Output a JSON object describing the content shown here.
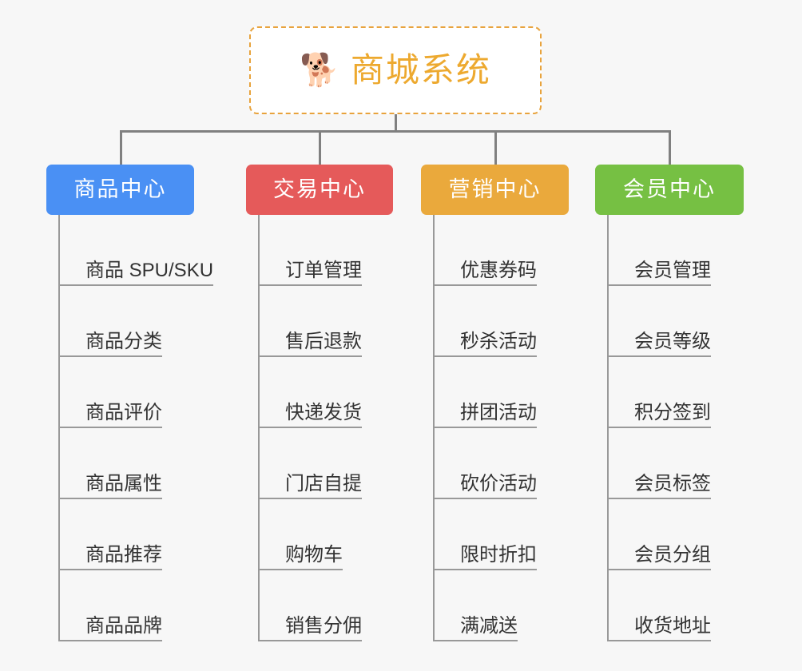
{
  "page": {
    "background_color": "#f7f7f7",
    "type": "organization-tree-diagram"
  },
  "root": {
    "icon": "shiba-dog-face-emoji",
    "icon_glyph": "🐕",
    "title": "商城系统",
    "text_color": "#eda92f",
    "border_color": "#e8a33d",
    "background_color": "#ffffff"
  },
  "connector": {
    "color": "#808080"
  },
  "branches": [
    {
      "id": "product-center",
      "label": "商品中心",
      "color": "#4a90f4",
      "rule_color": "#999999",
      "items": [
        "商品 SPU/SKU",
        "商品分类",
        "商品评价",
        "商品属性",
        "商品推荐",
        "商品品牌"
      ]
    },
    {
      "id": "trade-center",
      "label": "交易中心",
      "color": "#e55a5a",
      "rule_color": "#999999",
      "items": [
        "订单管理",
        "售后退款",
        "快递发货",
        "门店自提",
        "购物车",
        "销售分佣"
      ]
    },
    {
      "id": "marketing-center",
      "label": "营销中心",
      "color": "#eaa93c",
      "rule_color": "#999999",
      "items": [
        "优惠券码",
        "秒杀活动",
        "拼团活动",
        "砍价活动",
        "限时折扣",
        "满减送"
      ]
    },
    {
      "id": "member-center",
      "label": "会员中心",
      "color": "#76c043",
      "rule_color": "#999999",
      "items": [
        "会员管理",
        "会员等级",
        "积分签到",
        "会员标签",
        "会员分组",
        "收货地址"
      ]
    }
  ]
}
